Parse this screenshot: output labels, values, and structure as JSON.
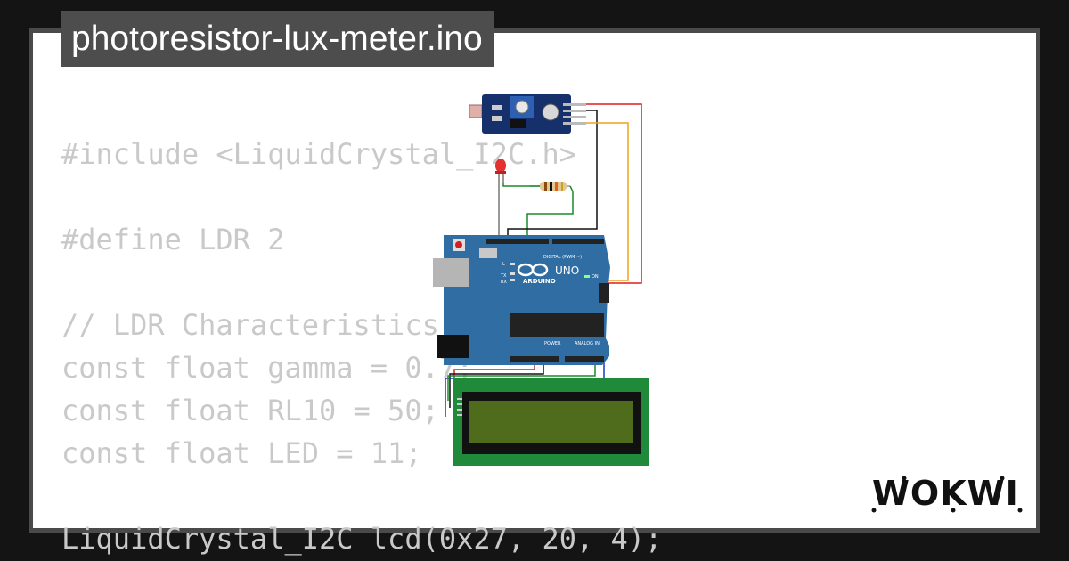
{
  "project": {
    "filename": "photoresistor-lux-meter.ino"
  },
  "code_lines": [
    "#include <LiquidCrystal_I2C.h>",
    "",
    "#define LDR 2",
    "",
    "// LDR Characteristics",
    "const float gamma = 0.7;",
    "const float RL10 = 50;",
    "const float LED = 11;",
    "",
    "LiquidCrystal_I2C lcd(0x27, 20, 4);"
  ],
  "board": {
    "brand": "ARDUINO",
    "model": "UNO",
    "digital_label": "DIGITAL (PWM ~)",
    "power_label": "POWER",
    "analog_label": "ANALOG IN",
    "on_label": "ON",
    "tx_label": "TX",
    "rx_label": "RX",
    "l_label": "L"
  },
  "brand_logo": {
    "text": "WOKWI"
  },
  "colors": {
    "background": "#141414",
    "frame": "#4a4a4a",
    "card": "#ffffff",
    "code_text": "#c9c9c9",
    "title_tab": "#4d4d4d",
    "board_blue": "#2f6da3",
    "lcd_green": "#1f8a3a",
    "lcd_screen": "#4f6b1c",
    "sensor_blue": "#15306b",
    "wire_red": "#e11d1d",
    "wire_black": "#111111",
    "wire_green": "#1a8a2a",
    "wire_orange": "#f0a020",
    "wire_blue": "#1a3ac0"
  }
}
